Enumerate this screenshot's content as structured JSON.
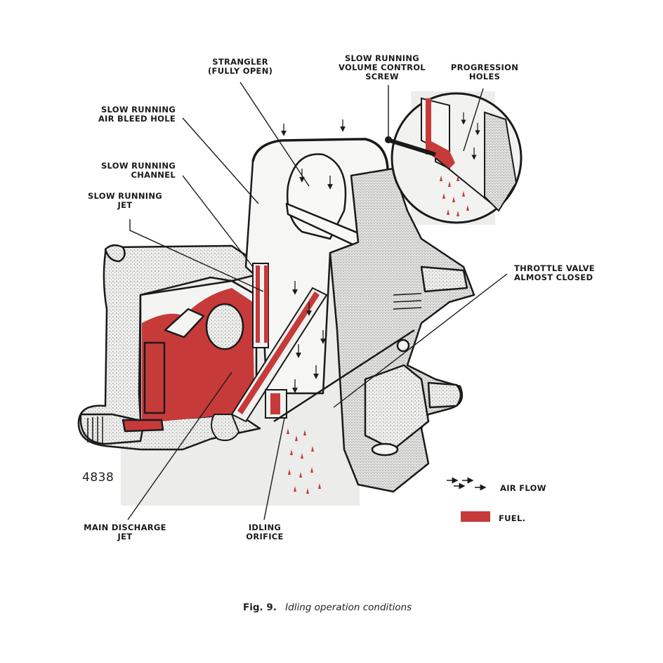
{
  "figure": {
    "number_label": "Fig. 9.",
    "title": "Idling operation conditions",
    "drawing_number": "4838"
  },
  "labels": {
    "strangler": [
      "STRANGLER",
      "(FULLY OPEN)"
    ],
    "air_bleed": [
      "SLOW RUNNING",
      "AIR BLEED HOLE"
    ],
    "channel": [
      "SLOW RUNNING",
      "CHANNEL"
    ],
    "jet": [
      "SLOW RUNNING",
      "JET"
    ],
    "volume_screw": [
      "SLOW RUNNING",
      "VOLUME CONTROL",
      "SCREW"
    ],
    "progression": [
      "PROGRESSION",
      "HOLES"
    ],
    "throttle": [
      "THROTTLE VALVE",
      "ALMOST CLOSED"
    ],
    "main_discharge": [
      "MAIN DISCHARGE",
      "JET"
    ],
    "idling_orifice": [
      "IDLING",
      "ORIFICE"
    ]
  },
  "legend": {
    "items": [
      {
        "label": "AIR FLOW",
        "icon": "arrow-icon"
      },
      {
        "label": "FUEL.",
        "icon": "red-swatch"
      }
    ]
  },
  "colors": {
    "fuel": "#c73a3a",
    "line": "#1a1a1a",
    "body_fill": "#e9e9e7",
    "panel_fill": "#ececea"
  }
}
